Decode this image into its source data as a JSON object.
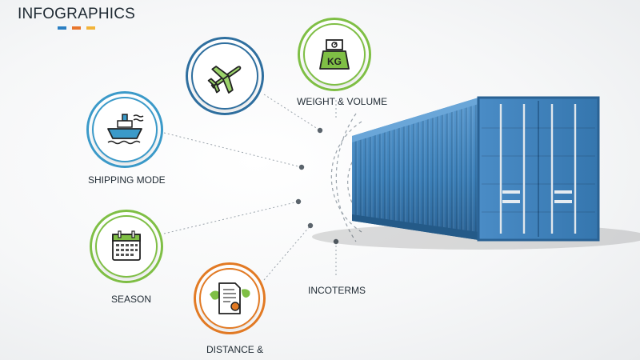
{
  "title": "INFOGRAPHICS",
  "title_bar_colors": [
    "#2b7fc2",
    "#e8762c",
    "#f2b43a"
  ],
  "colors": {
    "blue_ring": "#2f6f9f",
    "teal_ring": "#3b9ac9",
    "green_ring": "#7fbf45",
    "orange_ring": "#e27a24",
    "container": "#3b7fb8"
  },
  "nodes": [
    {
      "id": "plane",
      "icon": "airplane-icon",
      "label": ""
    },
    {
      "id": "weight",
      "icon": "weight-scale-icon",
      "label": "WEIGHT & VOLUME",
      "badge": "KG"
    },
    {
      "id": "shipping",
      "icon": "ship-icon",
      "label": "SHIPPING MODE"
    },
    {
      "id": "season",
      "icon": "calendar-icon",
      "label": "SEASON"
    },
    {
      "id": "distance",
      "icon": "document-map-icon",
      "label": "DISTANCE &"
    }
  ],
  "incoterms_label": "INCOTERMS"
}
